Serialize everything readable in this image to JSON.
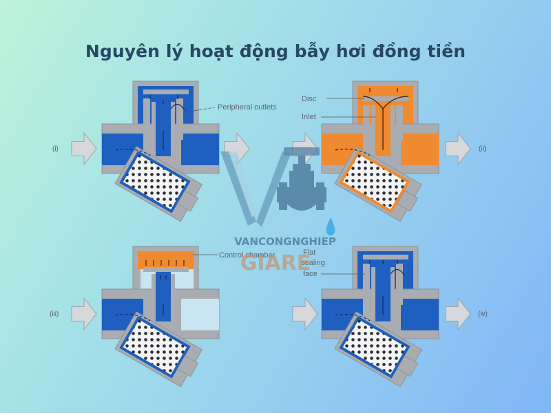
{
  "title": "Nguyên lý hoạt động bẫy hơi đồng tiền",
  "colors": {
    "steam_blue": "#1f5fbf",
    "condensate_orange": "#f08a30",
    "body_gray": "#a9acb0",
    "arrow_gray": "#d6d8db",
    "title_color": "#274763",
    "watermark_blue": "#4f87a6",
    "watermark_orange": "#c98a5c"
  },
  "panels": [
    {
      "id": "i",
      "stage_label": "(i)",
      "fill": "blue",
      "callouts": [
        {
          "text": "Peripheral outlets"
        }
      ]
    },
    {
      "id": "ii",
      "stage_label": "(ii)",
      "fill": "orange",
      "callouts": [
        {
          "text": "Disc"
        },
        {
          "text": "Inlet"
        }
      ]
    },
    {
      "id": "iii",
      "stage_label": "(iii)",
      "fill": "blue-with-orange-chamber",
      "callouts": [
        {
          "text": "Control chamber"
        }
      ]
    },
    {
      "id": "iv",
      "stage_label": "(iv)",
      "fill": "blue",
      "callouts": [
        {
          "text": "Flat"
        },
        {
          "text": "sealing"
        },
        {
          "text": "face"
        }
      ]
    }
  ],
  "watermark": {
    "line1": "VANCONGNGHIEP",
    "line2": "GIARE",
    "icons": [
      "letter-v-logo",
      "gate-valve-icon",
      "water-drop-icon"
    ]
  }
}
